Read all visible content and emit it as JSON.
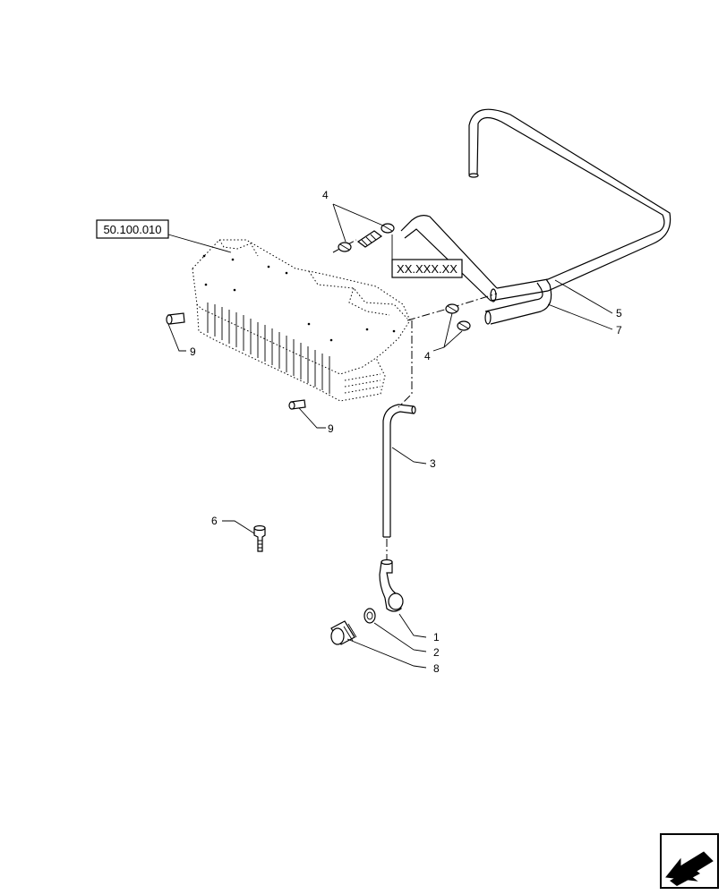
{
  "references": {
    "radiator_ref": "50.100.010",
    "valve_ref": "XX.XXX.XX"
  },
  "callouts": {
    "p1": "1",
    "p2": "2",
    "p3": "3",
    "p4_top": "4",
    "p4_bottom": "4",
    "p5": "5",
    "p6": "6",
    "p7": "7",
    "p8": "8",
    "p9_left": "9",
    "p9_bottom": "9"
  },
  "icons": {
    "nav": "next-page-arrow-icon"
  }
}
